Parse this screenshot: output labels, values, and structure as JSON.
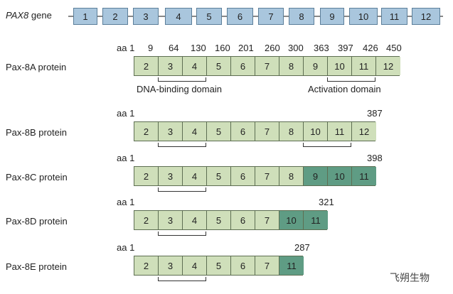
{
  "gene": {
    "label": "PAX8",
    "label_suffix": " gene",
    "exons": [
      "1",
      "2",
      "3",
      "4",
      "5",
      "6",
      "7",
      "8",
      "9",
      "10",
      "11",
      "12"
    ],
    "exon_color": "#a9c6dd"
  },
  "colors": {
    "standard": "#cfdfba",
    "alternative": "#5f9c84"
  },
  "domains": {
    "dna_binding": "DNA-binding domain",
    "activation": "Activation domain"
  },
  "watermark": "飞朔生物",
  "proteins": [
    {
      "name": "Pax-8A protein",
      "aa_label": "aa 1",
      "positions": [
        "9",
        "64",
        "130",
        "160",
        "201",
        "260",
        "300",
        "363",
        "397",
        "426",
        "450"
      ],
      "end": "",
      "exons": [
        {
          "n": "2",
          "alt": false
        },
        {
          "n": "3",
          "alt": false
        },
        {
          "n": "4",
          "alt": false
        },
        {
          "n": "5",
          "alt": false
        },
        {
          "n": "6",
          "alt": false
        },
        {
          "n": "7",
          "alt": false
        },
        {
          "n": "8",
          "alt": false
        },
        {
          "n": "9",
          "alt": false
        },
        {
          "n": "10",
          "alt": false
        },
        {
          "n": "11",
          "alt": false
        },
        {
          "n": "12",
          "alt": false
        }
      ],
      "show_domain_labels": true,
      "activation_bracket": true
    },
    {
      "name": "Pax-8B protein",
      "aa_label": "aa 1",
      "positions": [],
      "end": "387",
      "exons": [
        {
          "n": "2",
          "alt": false
        },
        {
          "n": "3",
          "alt": false
        },
        {
          "n": "4",
          "alt": false
        },
        {
          "n": "5",
          "alt": false
        },
        {
          "n": "6",
          "alt": false
        },
        {
          "n": "7",
          "alt": false
        },
        {
          "n": "8",
          "alt": false
        },
        {
          "n": "10",
          "alt": false
        },
        {
          "n": "11",
          "alt": false
        },
        {
          "n": "12",
          "alt": false
        }
      ],
      "show_domain_labels": false,
      "activation_bracket": true
    },
    {
      "name": "Pax-8C protein",
      "aa_label": "aa 1",
      "positions": [],
      "end": "398",
      "exons": [
        {
          "n": "2",
          "alt": false
        },
        {
          "n": "3",
          "alt": false
        },
        {
          "n": "4",
          "alt": false
        },
        {
          "n": "5",
          "alt": false
        },
        {
          "n": "6",
          "alt": false
        },
        {
          "n": "7",
          "alt": false
        },
        {
          "n": "8",
          "alt": false
        },
        {
          "n": "9",
          "alt": true
        },
        {
          "n": "10",
          "alt": true
        },
        {
          "n": "11",
          "alt": true
        }
      ],
      "show_domain_labels": false,
      "activation_bracket": false
    },
    {
      "name": "Pax-8D protein",
      "aa_label": "aa 1",
      "positions": [],
      "end": "321",
      "exons": [
        {
          "n": "2",
          "alt": false
        },
        {
          "n": "3",
          "alt": false
        },
        {
          "n": "4",
          "alt": false
        },
        {
          "n": "5",
          "alt": false
        },
        {
          "n": "6",
          "alt": false
        },
        {
          "n": "7",
          "alt": false
        },
        {
          "n": "10",
          "alt": true
        },
        {
          "n": "11",
          "alt": true
        }
      ],
      "show_domain_labels": false,
      "activation_bracket": false
    },
    {
      "name": "Pax-8E protein",
      "aa_label": "aa 1",
      "positions": [],
      "end": "287",
      "exons": [
        {
          "n": "2",
          "alt": false
        },
        {
          "n": "3",
          "alt": false
        },
        {
          "n": "4",
          "alt": false
        },
        {
          "n": "5",
          "alt": false
        },
        {
          "n": "6",
          "alt": false
        },
        {
          "n": "7",
          "alt": false
        },
        {
          "n": "11",
          "alt": true
        }
      ],
      "show_domain_labels": false,
      "activation_bracket": false
    }
  ]
}
